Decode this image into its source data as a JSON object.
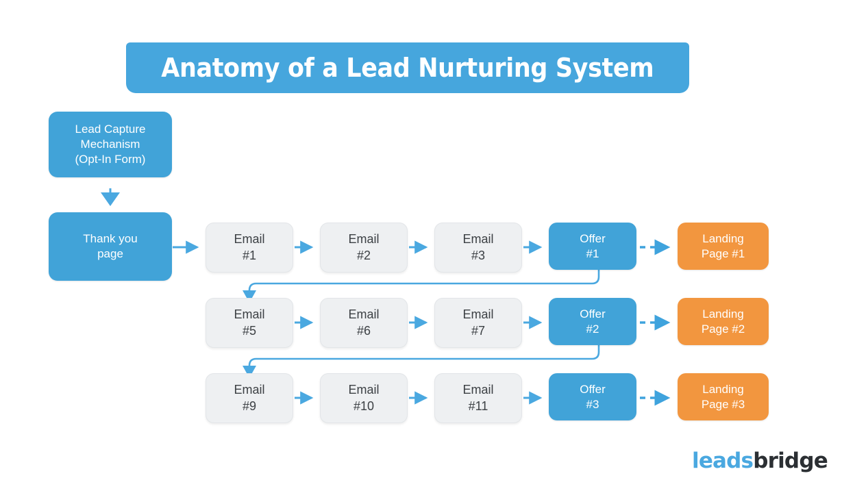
{
  "banner": {
    "title": "Anatomy of a Lead Nurturing System",
    "color": "#46a6dd"
  },
  "colors": {
    "blue": "#41a3d8",
    "orange": "#f2963f",
    "gray_box": "#eef0f2",
    "gray_text": "#3c4044",
    "connector": "#4aa8e0",
    "background": "#ffffff"
  },
  "entry": {
    "lead_capture": {
      "line1": "Lead Capture",
      "line2": "Mechanism",
      "line3": "(Opt-In Form)"
    },
    "thank_you": {
      "line1": "Thank you",
      "line2": "page"
    }
  },
  "rows": [
    {
      "emails": [
        {
          "line1": "Email",
          "line2": "#1"
        },
        {
          "line1": "Email",
          "line2": "#2"
        },
        {
          "line1": "Email",
          "line2": "#3"
        }
      ],
      "offer": {
        "line1": "Offer",
        "line2": "#1"
      },
      "landing": {
        "line1": "Landing",
        "line2": "Page #1"
      }
    },
    {
      "emails": [
        {
          "line1": "Email",
          "line2": "#5"
        },
        {
          "line1": "Email",
          "line2": "#6"
        },
        {
          "line1": "Email",
          "line2": "#7"
        }
      ],
      "offer": {
        "line1": "Offer",
        "line2": "#2"
      },
      "landing": {
        "line1": "Landing",
        "line2": "Page #2"
      }
    },
    {
      "emails": [
        {
          "line1": "Email",
          "line2": "#9"
        },
        {
          "line1": "Email",
          "line2": "#10"
        },
        {
          "line1": "Email",
          "line2": "#11"
        }
      ],
      "offer": {
        "line1": "Offer",
        "line2": "#3"
      },
      "landing": {
        "line1": "Landing",
        "line2": "Page #3"
      }
    }
  ],
  "logo": {
    "part1": "leads",
    "part2": "bridge"
  },
  "chart_data": {
    "type": "diagram",
    "title": "Anatomy of a Lead Nurturing System",
    "nodes": [
      {
        "id": "lead-capture",
        "label": "Lead Capture Mechanism (Opt-In Form)",
        "style": "blue"
      },
      {
        "id": "thank-you",
        "label": "Thank you page",
        "style": "blue"
      },
      {
        "id": "email-1",
        "label": "Email #1",
        "style": "gray"
      },
      {
        "id": "email-2",
        "label": "Email #2",
        "style": "gray"
      },
      {
        "id": "email-3",
        "label": "Email #3",
        "style": "gray"
      },
      {
        "id": "offer-1",
        "label": "Offer #1",
        "style": "blue"
      },
      {
        "id": "landing-1",
        "label": "Landing Page #1",
        "style": "orange"
      },
      {
        "id": "email-5",
        "label": "Email #5",
        "style": "gray"
      },
      {
        "id": "email-6",
        "label": "Email #6",
        "style": "gray"
      },
      {
        "id": "email-7",
        "label": "Email #7",
        "style": "gray"
      },
      {
        "id": "offer-2",
        "label": "Offer #2",
        "style": "blue"
      },
      {
        "id": "landing-2",
        "label": "Landing Page #2",
        "style": "orange"
      },
      {
        "id": "email-9",
        "label": "Email #9",
        "style": "gray"
      },
      {
        "id": "email-10",
        "label": "Email #10",
        "style": "gray"
      },
      {
        "id": "email-11",
        "label": "Email #11",
        "style": "gray"
      },
      {
        "id": "offer-3",
        "label": "Offer #3",
        "style": "blue"
      },
      {
        "id": "landing-3",
        "label": "Landing Page #3",
        "style": "orange"
      }
    ],
    "edges": [
      {
        "from": "lead-capture",
        "to": "thank-you",
        "style": "solid-down"
      },
      {
        "from": "thank-you",
        "to": "email-1",
        "style": "solid-right"
      },
      {
        "from": "email-1",
        "to": "email-2",
        "style": "solid-right"
      },
      {
        "from": "email-2",
        "to": "email-3",
        "style": "solid-right"
      },
      {
        "from": "email-3",
        "to": "offer-1",
        "style": "solid-right"
      },
      {
        "from": "offer-1",
        "to": "landing-1",
        "style": "dashed-right"
      },
      {
        "from": "offer-1",
        "to": "email-5",
        "style": "elbow-down-left"
      },
      {
        "from": "email-5",
        "to": "email-6",
        "style": "solid-right"
      },
      {
        "from": "email-6",
        "to": "email-7",
        "style": "solid-right"
      },
      {
        "from": "email-7",
        "to": "offer-2",
        "style": "solid-right"
      },
      {
        "from": "offer-2",
        "to": "landing-2",
        "style": "dashed-right"
      },
      {
        "from": "offer-2",
        "to": "email-9",
        "style": "elbow-down-left"
      },
      {
        "from": "email-9",
        "to": "email-10",
        "style": "solid-right"
      },
      {
        "from": "email-10",
        "to": "email-11",
        "style": "solid-right"
      },
      {
        "from": "email-11",
        "to": "offer-3",
        "style": "solid-right"
      },
      {
        "from": "offer-3",
        "to": "landing-3",
        "style": "dashed-right"
      }
    ]
  }
}
